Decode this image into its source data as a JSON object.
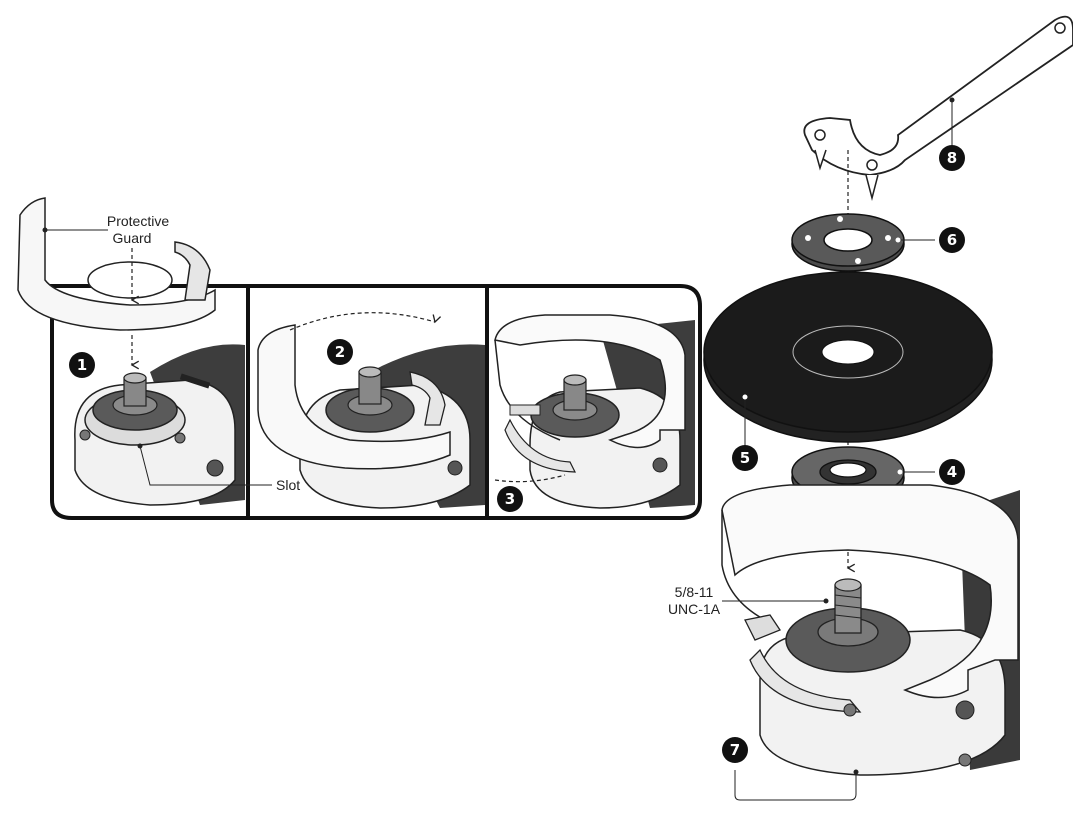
{
  "labels": {
    "guard_line1": "Protective",
    "guard_line2": "Guard",
    "slot": "Slot",
    "thread_line1": "5/8-11",
    "thread_line2": "UNC-1A"
  },
  "steps": [
    "1",
    "2",
    "3"
  ],
  "callouts": [
    "4",
    "5",
    "6",
    "7",
    "8"
  ]
}
